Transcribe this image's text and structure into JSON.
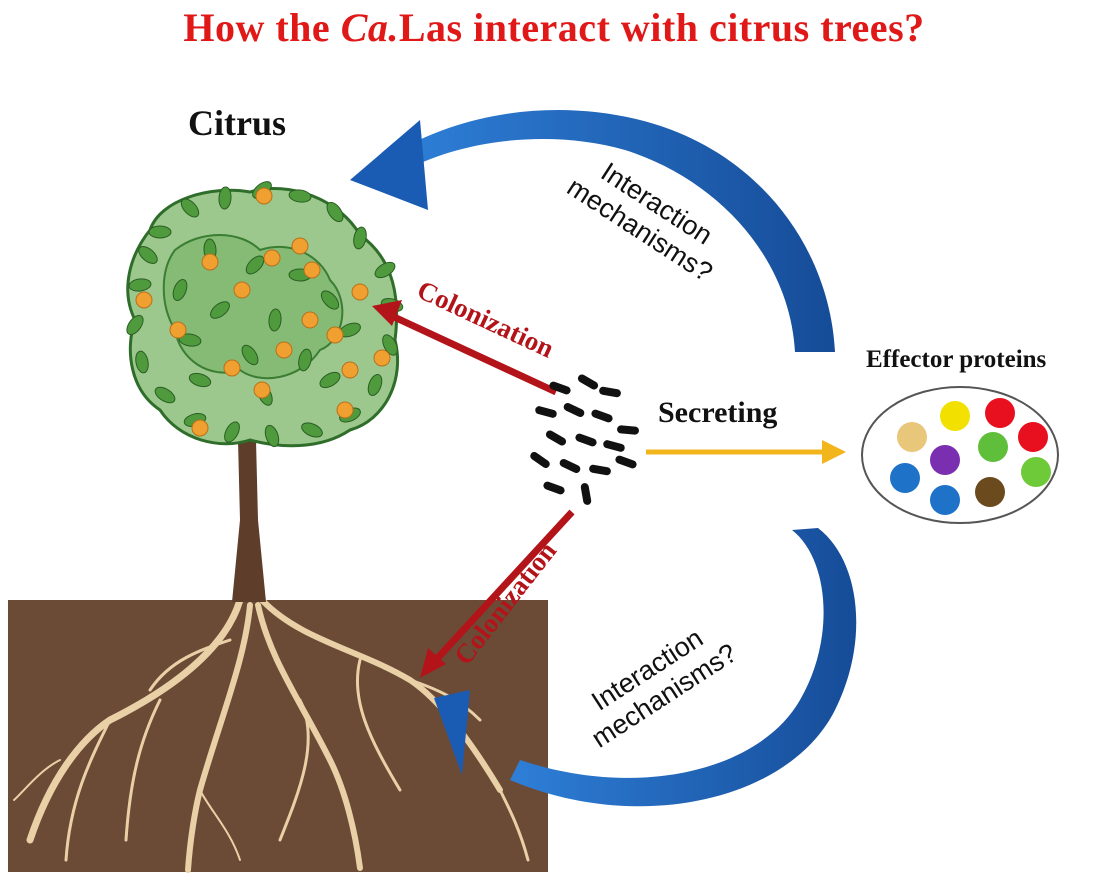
{
  "title": {
    "prefix": "How the ",
    "italic": "Ca.",
    "suffix": "Las interact with citrus trees?"
  },
  "labels": {
    "citrus": "Citrus",
    "effector_proteins": "Effector proteins",
    "secreting": "Secreting",
    "colonization_upper": "Colonization",
    "colonization_lower": "Colonization",
    "mechanism_top_line1": "Interaction",
    "mechanism_top_line2": "mechanisms?",
    "mechanism_bottom_line1": "Interaction",
    "mechanism_bottom_line2": "mechanisms?"
  },
  "colors": {
    "title": "#e01818",
    "colonization_arrow": "#b3141a",
    "secreting_arrow": "#f2b51c",
    "interaction_arrow": "#1f5fb5",
    "soil": "#6b4a36",
    "roots": "#ead0a6",
    "foliage": "#4f9a3c",
    "fruit": "#f0a030",
    "bacteria": "#111111"
  },
  "effector_dot_colors": [
    "#e8c77a",
    "#f2e100",
    "#e8101e",
    "#1e72c8",
    "#7a2fb0",
    "#5fbf3a",
    "#e8101e",
    "#1e72c8",
    "#6b4a1e",
    "#6fca3a"
  ]
}
